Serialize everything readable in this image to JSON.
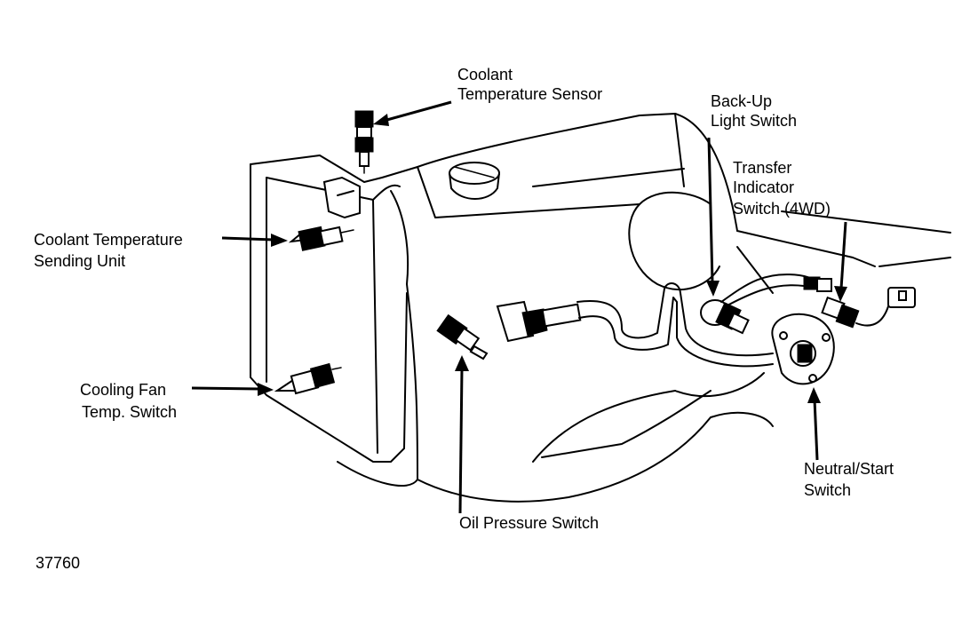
{
  "labels": {
    "coolant_temp_sensor": [
      "Coolant",
      "Temperature Sensor"
    ],
    "backup_light_switch": [
      "Back-Up",
      "Light Switch"
    ],
    "transfer_indicator_switch": [
      "Transfer",
      "Indicator",
      "Switch (4WD)"
    ],
    "coolant_temp_sending_unit": [
      "Coolant Temperature",
      "Sending Unit"
    ],
    "cooling_fan_temp_switch": [
      "Cooling Fan",
      "Temp. Switch"
    ],
    "neutral_start_switch": [
      "Neutral/Start",
      "Switch"
    ],
    "oil_pressure_switch": [
      "Oil Pressure Switch"
    ]
  },
  "figure_number": "37760"
}
